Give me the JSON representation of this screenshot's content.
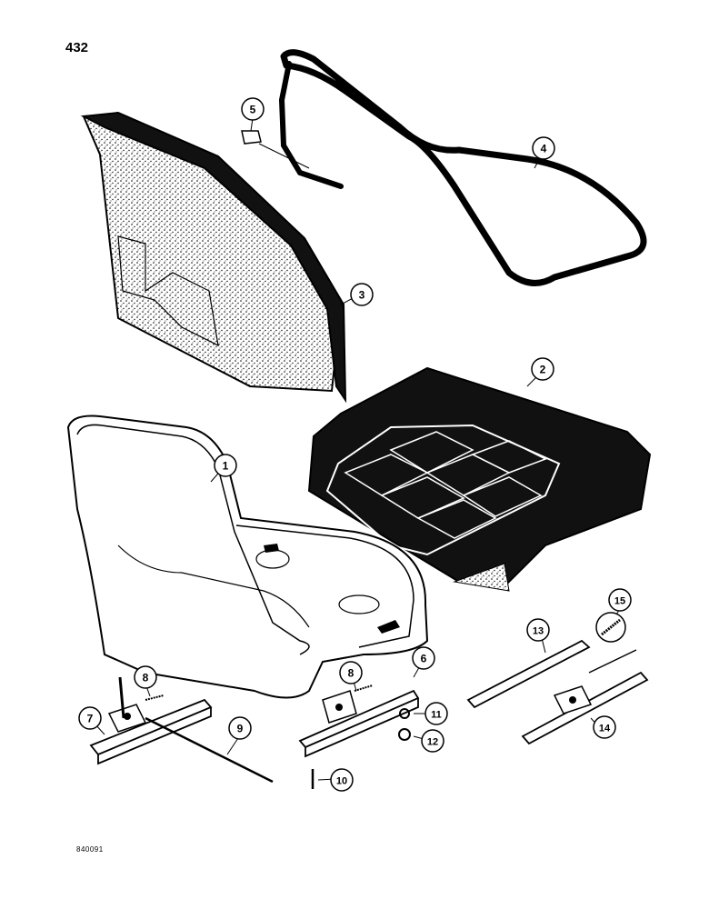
{
  "page_number": "432",
  "figure_code": "840091",
  "callouts": [
    "1",
    "2",
    "3",
    "4",
    "5",
    "6",
    "7",
    "8",
    "8",
    "9",
    "10",
    "11",
    "12",
    "13",
    "14",
    "15"
  ],
  "colors": {
    "ink": "#000000",
    "paper": "#ffffff",
    "fill": "#1a1a1a"
  }
}
